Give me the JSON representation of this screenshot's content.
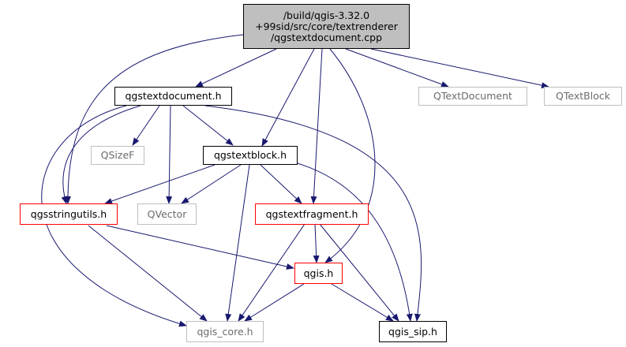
{
  "graph": {
    "root": {
      "line1": "/build/qgis-3.32.0",
      "line2": "+99sid/src/core/textrenderer",
      "line3": "/qgstextdocument.cpp"
    },
    "nodes": {
      "qgstextdocument_h": "qgstextdocument.h",
      "qtextdocument": "QTextDocument",
      "qtextblock": "QTextBlock",
      "qsizef": "QSizeF",
      "qgstextblock_h": "qgstextblock.h",
      "qgsstringutils_h": "qgsstringutils.h",
      "qvector": "QVector",
      "qgstextfragment_h": "qgstextfragment.h",
      "qgis_h": "qgis.h",
      "qgis_core_h": "qgis_core.h",
      "qgis_sip_h": "qgis_sip.h"
    },
    "colors": {
      "edge": "#191970",
      "root_fill": "#bfbfbf",
      "documented_border": "#000000",
      "incomplete_border": "#ff0000",
      "external_border": "#bfbfbf"
    }
  }
}
